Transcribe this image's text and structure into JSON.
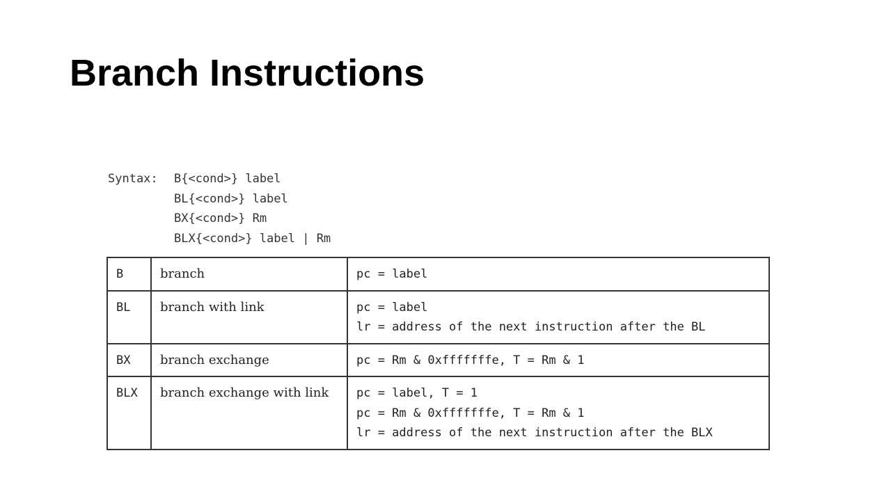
{
  "title": "Branch Instructions",
  "syntax": {
    "label": "Syntax:",
    "forms": [
      "B{<cond>} label",
      "BL{<cond>} label",
      "BX{<cond>} Rm",
      "BLX{<cond>} label | Rm"
    ]
  },
  "table": {
    "rows": [
      {
        "mnemonic": "B",
        "description": "branch",
        "operation": [
          "pc = label"
        ]
      },
      {
        "mnemonic": "BL",
        "description": "branch with link",
        "operation": [
          "pc = label",
          "lr = address of the next instruction after the BL"
        ]
      },
      {
        "mnemonic": "BX",
        "description": "branch exchange",
        "operation": [
          "pc = Rm & 0xfffffffe, T = Rm & 1"
        ]
      },
      {
        "mnemonic": "BLX",
        "description": "branch exchange with link",
        "operation": [
          "pc = label, T = 1",
          "pc = Rm & 0xfffffffe, T = Rm & 1",
          "lr = address of the next instruction after the BLX"
        ]
      }
    ]
  }
}
